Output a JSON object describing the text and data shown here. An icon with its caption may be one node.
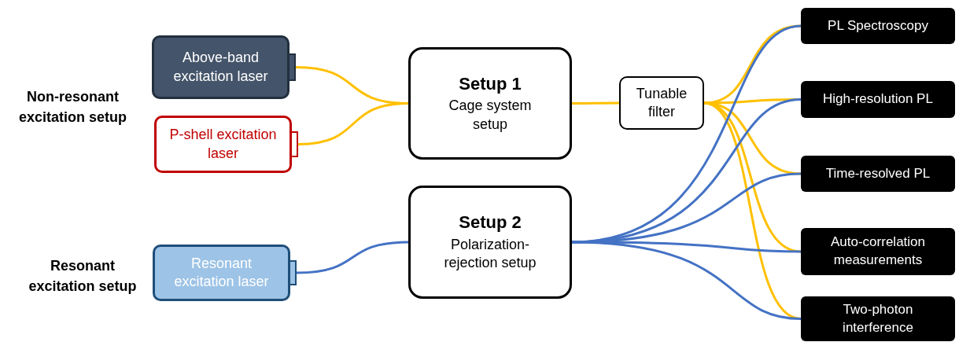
{
  "diagram": {
    "nodes": [
      {
        "text": [
          "Above-band excitation laser"
        ]
      },
      {
        "text": [
          "P-shell excitation laser"
        ]
      },
      {
        "text": [
          "Resonant excitation laser"
        ]
      },
      {
        "text": [
          "Setup 1",
          "Cage system setup"
        ]
      },
      {
        "text": [
          "Setup 2",
          "Polarization-rejection setup"
        ]
      },
      {
        "text": [
          "Tunable filter"
        ]
      },
      {
        "text": [
          "PL Spectroscopy"
        ]
      },
      {
        "text": [
          "High-resolution PL"
        ]
      },
      {
        "text": [
          "Time-resolved PL"
        ]
      },
      {
        "text": [
          "Auto-correlation measurements"
        ]
      },
      {
        "text": [
          "Two-photon interference"
        ]
      }
    ],
    "edges": [
      {
        "from": 0,
        "to": 3,
        "arrow": "none"
      },
      {
        "from": 1,
        "to": 3,
        "arrow": "none"
      },
      {
        "from": 2,
        "to": 4,
        "arrow": "none",
        "color": "#4472c4"
      },
      {
        "from": 3,
        "to": 5,
        "arrow": "none"
      },
      {
        "from": 5,
        "to": 6,
        "arrow": "none"
      },
      {
        "from": 5,
        "to": 7,
        "arrow": "none"
      },
      {
        "from": 5,
        "to": 8,
        "arrow": "none"
      },
      {
        "from": 5,
        "to": 9,
        "arrow": "none"
      },
      {
        "from": 5,
        "to": 10,
        "arrow": "none"
      },
      {
        "from": 4,
        "to": 6,
        "arrow": "none",
        "color": "#4472c4"
      },
      {
        "from": 4,
        "to": 7,
        "arrow": "none",
        "color": "#4472c4"
      },
      {
        "from": 4,
        "to": 8,
        "arrow": "none",
        "color": "#4472c4"
      },
      {
        "from": 4,
        "to": 9,
        "arrow": "none",
        "color": "#4472c4"
      },
      {
        "from": 4,
        "to": 10,
        "arrow": "none",
        "color": "#4472c4"
      }
    ],
    "labels": [
      "Non-resonant excitation setup",
      "Resonant excitation setup"
    ]
  }
}
